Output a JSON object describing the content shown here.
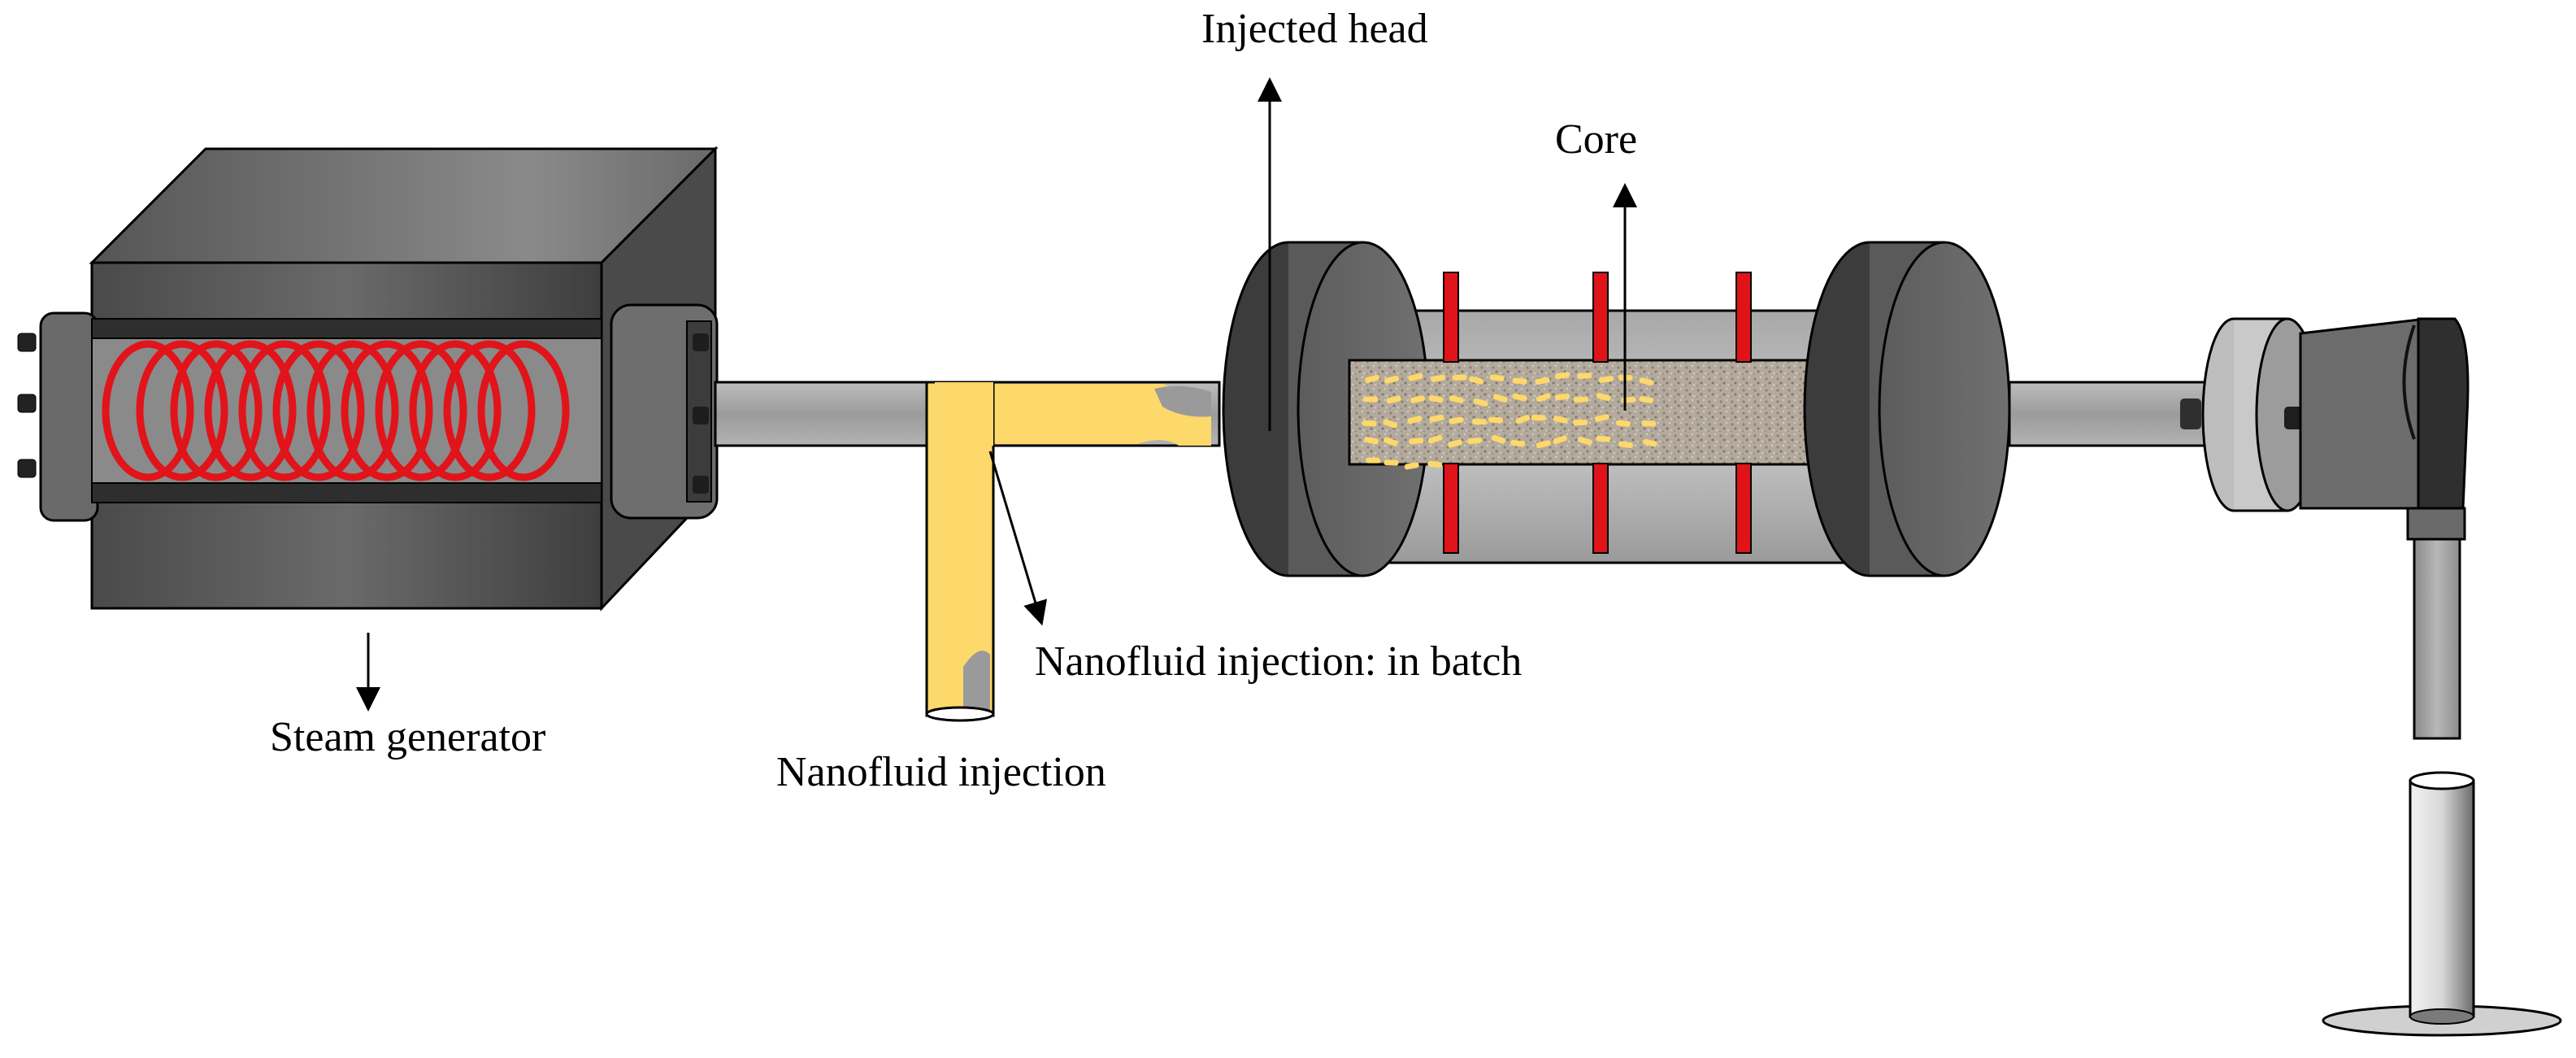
{
  "labels": {
    "steam_generator": "Steam generator",
    "nanofluid_injection": "Nanofluid injection",
    "nanofluid_injection_batch": "Nanofluid injection: in batch",
    "injected_head": "Injected head",
    "core": "Core"
  },
  "colors": {
    "heater_coil": "#e0141a",
    "nanofluid": "#fdd86a",
    "body_dark": "#3d3d3d",
    "body_mid": "#6a6a6a",
    "pipe": "#a7a7a7",
    "clamp": "#e01418",
    "sand": "#b0a79a"
  },
  "icons": [
    "steam-generator",
    "heater-coil",
    "injection-pipe",
    "core-holder",
    "valve",
    "collection-tube"
  ]
}
